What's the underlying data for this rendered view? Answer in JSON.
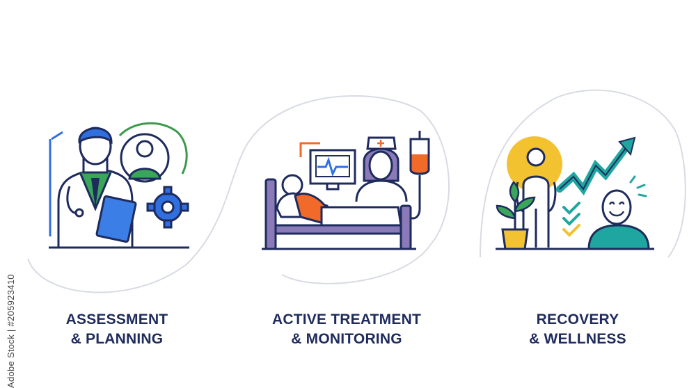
{
  "steps": [
    {
      "line1": "ASSESSMENT",
      "line2": "& PLANNING",
      "icon": "doctor-planning-icon"
    },
    {
      "line1": "ACTIVE TREATMENT",
      "line2": "& MONITORING",
      "icon": "hospital-bed-nurse-icon"
    },
    {
      "line1": "RECOVERY",
      "line2": "& WELLNESS",
      "icon": "recovery-growth-icon"
    }
  ],
  "side_id": "Adobe Stock | #205923410",
  "colors": {
    "navy": "#1e2b5c",
    "blue": "#2f6fe0",
    "green": "#3a9a4a",
    "teal": "#1fa6a0",
    "orange": "#f26a2a",
    "yellow": "#f2c230",
    "purple": "#8a7ab8",
    "curve": "#d8dbe4"
  }
}
